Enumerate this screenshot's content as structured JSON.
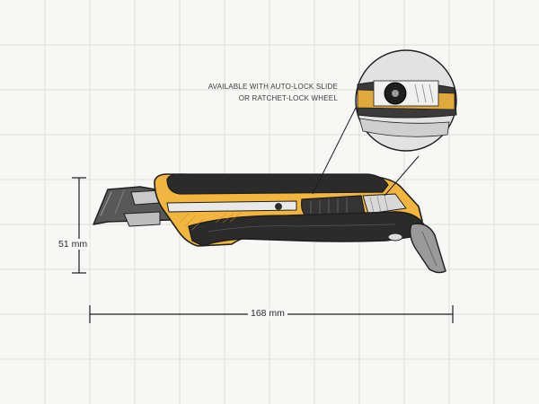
{
  "callout": {
    "line1": "AVAILABLE WITH AUTO-LOCK SLIDE",
    "line2": "OR RATCHET-LOCK WHEEL"
  },
  "dimensions": {
    "height": "51 mm",
    "length": "168 mm"
  },
  "colors": {
    "background": "#f7f7f5",
    "grid": "#dcdcdc",
    "body": "#f2b63e",
    "rubber": "#2b2b2b",
    "blade": "#585858",
    "line": "#1e1e1e"
  }
}
